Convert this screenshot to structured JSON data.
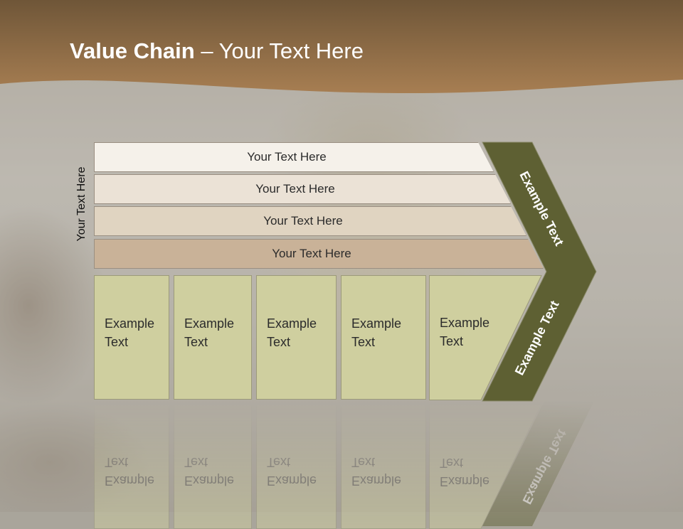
{
  "slide": {
    "title_bold": "Value Chain",
    "title_rest": " – Your Text Here",
    "side_label": "Your Text Here",
    "bands": [
      {
        "label": "Your Text Here",
        "color": "#f5f1ea"
      },
      {
        "label": "Your Text Here",
        "color": "#ebe2d6"
      },
      {
        "label": "Your Text Here",
        "color": "#e0d4c1"
      },
      {
        "label": "Your Text Here",
        "color": "#c9b298"
      }
    ],
    "cards": [
      {
        "line1": "Example",
        "line2": "Text"
      },
      {
        "line1": "Example",
        "line2": "Text"
      },
      {
        "line1": "Example",
        "line2": "Text"
      },
      {
        "line1": "Example",
        "line2": "Text"
      },
      {
        "line1": "Example",
        "line2": "Text"
      }
    ],
    "arrow_top_label": "Example Text",
    "arrow_bottom_label": "Example Text",
    "colors": {
      "banner": "#8f6a45",
      "arrow": "#5e6033",
      "card": "#cfcf9f"
    }
  }
}
